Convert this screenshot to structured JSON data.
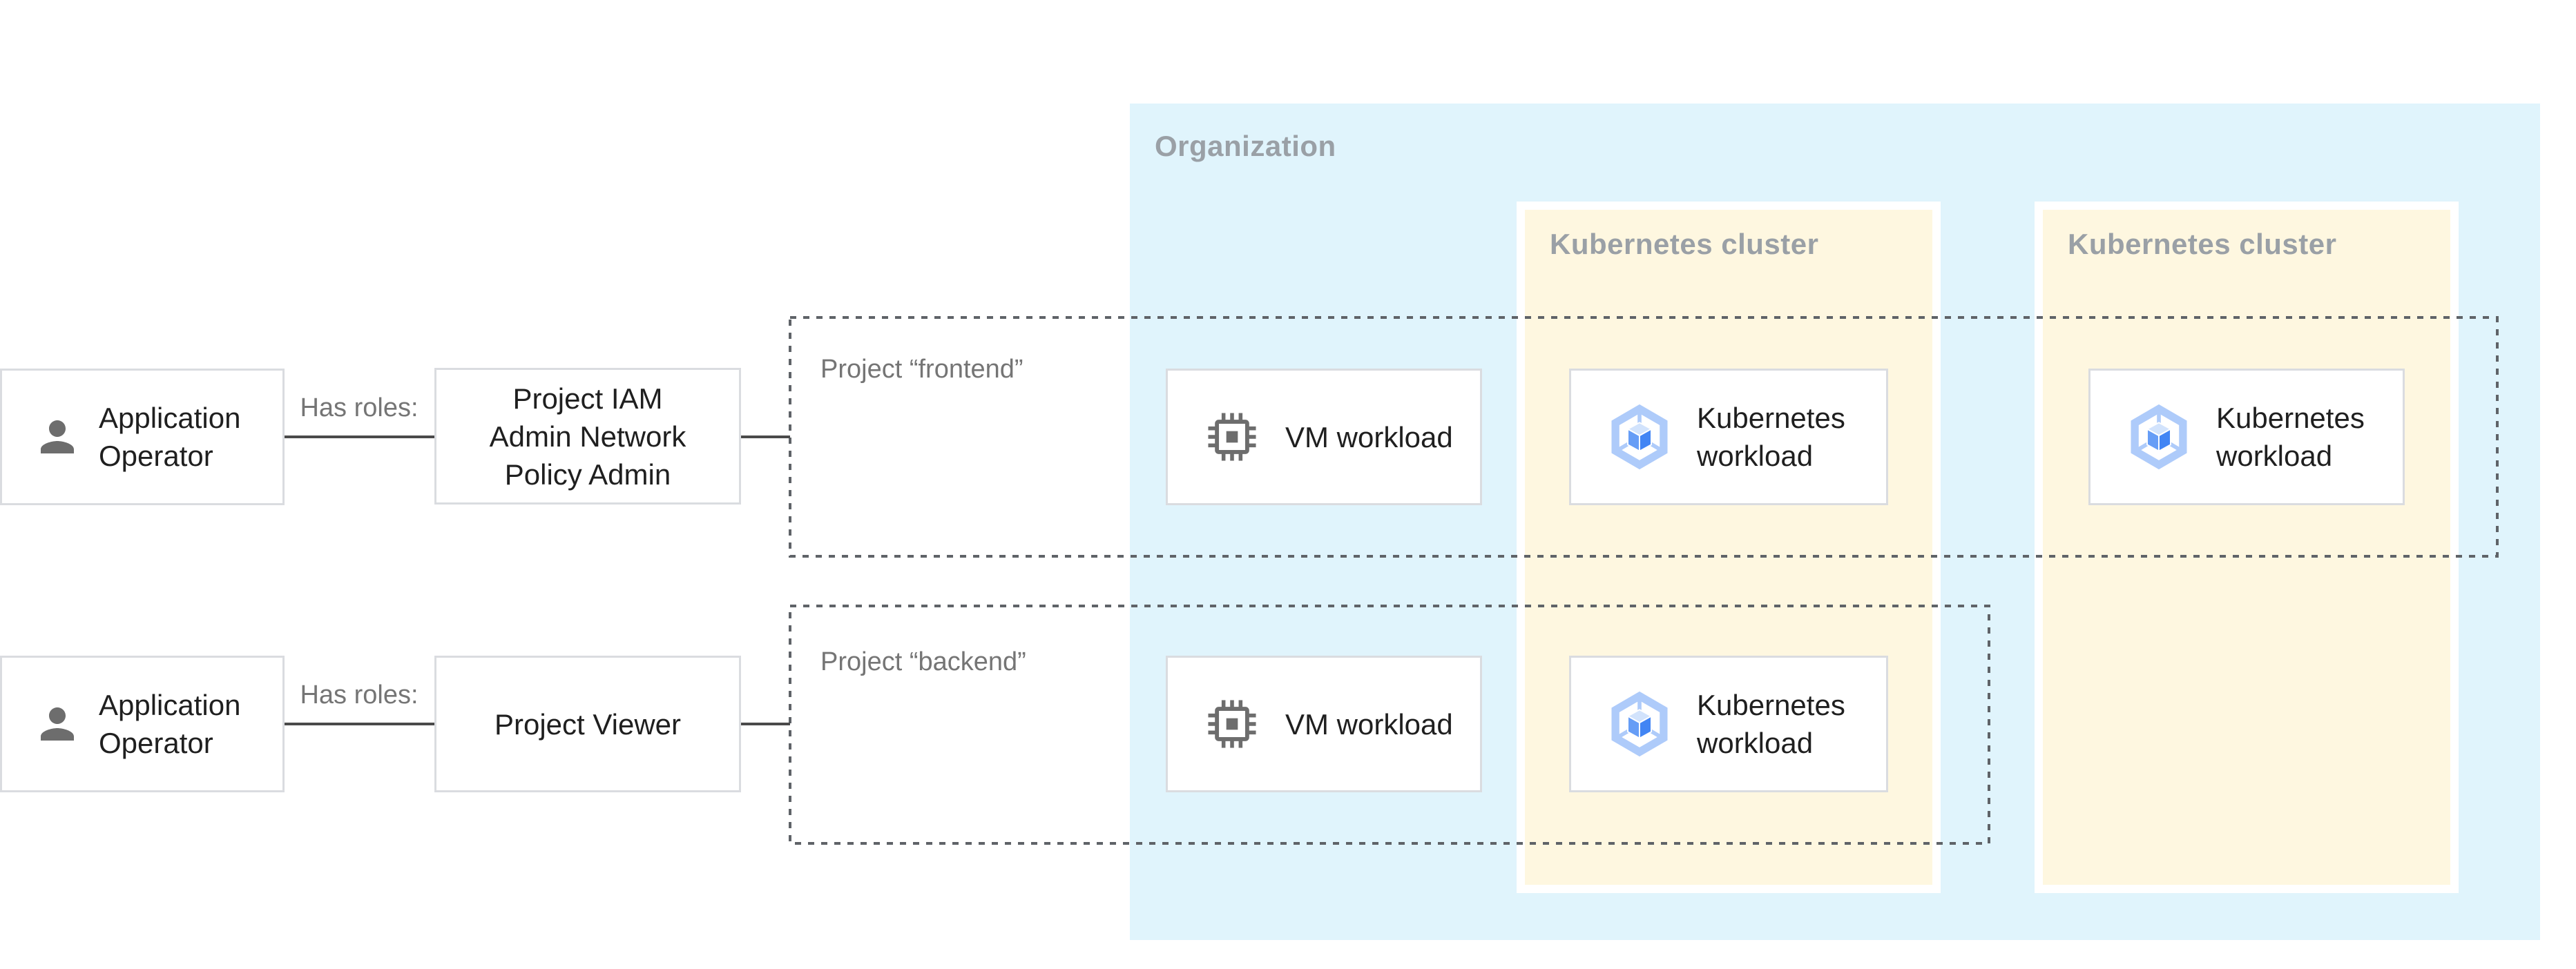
{
  "organization": {
    "label": "Organization"
  },
  "clusters": [
    {
      "label": "Kubernetes cluster"
    },
    {
      "label": "Kubernetes cluster"
    }
  ],
  "projects": [
    {
      "label": "Project “frontend”"
    },
    {
      "label": "Project “backend”"
    }
  ],
  "actors": [
    {
      "label": "Application\nOperator",
      "relation": "Has roles:",
      "role": "Project IAM\nAdmin Network\nPolicy Admin"
    },
    {
      "label": "Application\nOperator",
      "relation": "Has roles:",
      "role": "Project Viewer"
    }
  ],
  "workloads": [
    {
      "type": "vm",
      "label": "VM workload"
    },
    {
      "type": "kubernetes",
      "label": "Kubernetes\nworkload"
    },
    {
      "type": "kubernetes",
      "label": "Kubernetes\nworkload"
    },
    {
      "type": "vm",
      "label": "VM workload"
    },
    {
      "type": "kubernetes",
      "label": "Kubernetes\nworkload"
    }
  ],
  "colors": {
    "organization_bg": "#e0f4fc",
    "cluster_bg": "#fef7e0",
    "node_border": "#dadce0",
    "connector": "#4a4a4a",
    "dashed_boundary": "#5f6368",
    "zone_label": "#9aa0a6",
    "muted_label": "#757575",
    "node_text": "#1f1f1f",
    "person_icon": "#6d6d6d",
    "chip_icon": "#6d6d6d",
    "gke_hex": "#aecbfa",
    "gke_face_top": "#d2e3fc",
    "gke_face_left": "#669df6",
    "gke_face_right": "#4285f4"
  }
}
